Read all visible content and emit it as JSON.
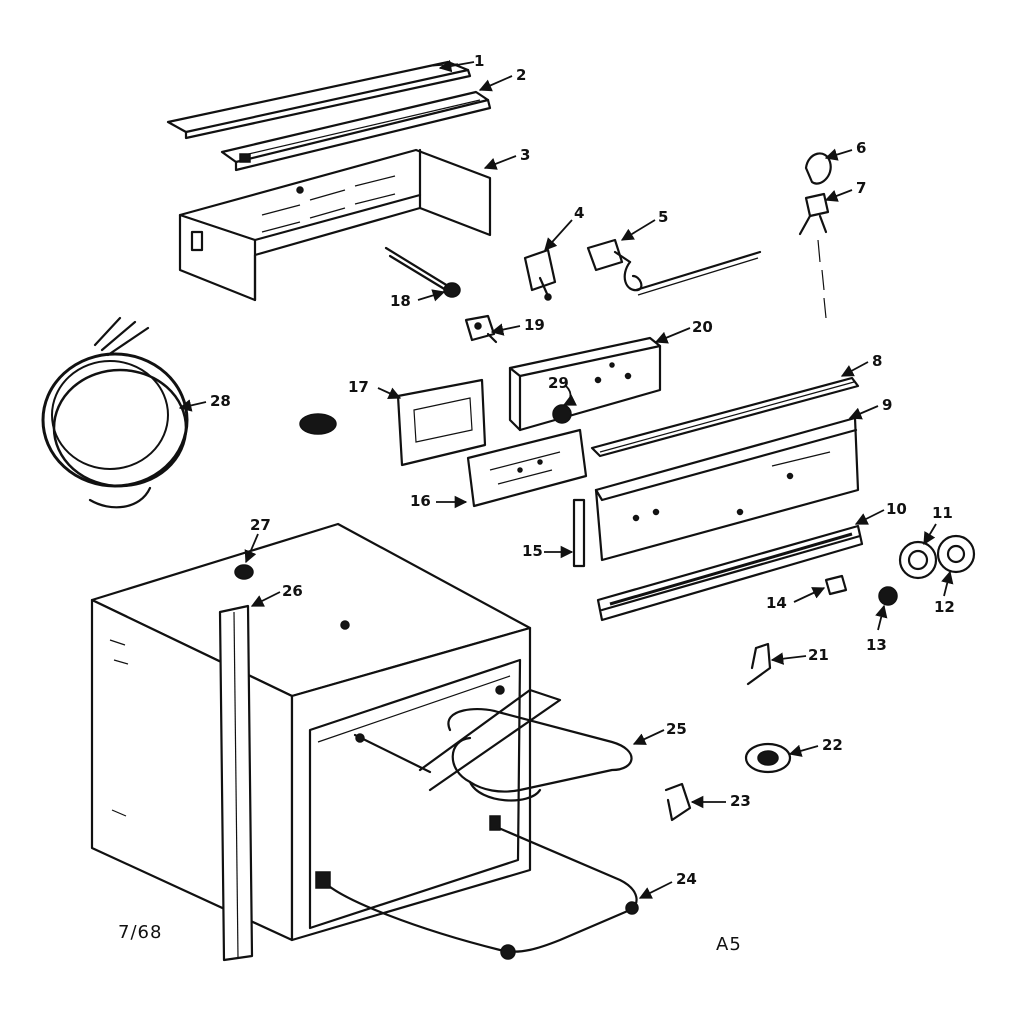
{
  "diagram": {
    "callouts": [
      "1",
      "2",
      "3",
      "4",
      "5",
      "6",
      "7",
      "8",
      "9",
      "10",
      "11",
      "12",
      "13",
      "14",
      "15",
      "16",
      "17",
      "18",
      "19",
      "20",
      "21",
      "22",
      "23",
      "24",
      "25",
      "26",
      "27",
      "28",
      "29"
    ],
    "footer_left": "7/68",
    "footer_right": "A5"
  }
}
